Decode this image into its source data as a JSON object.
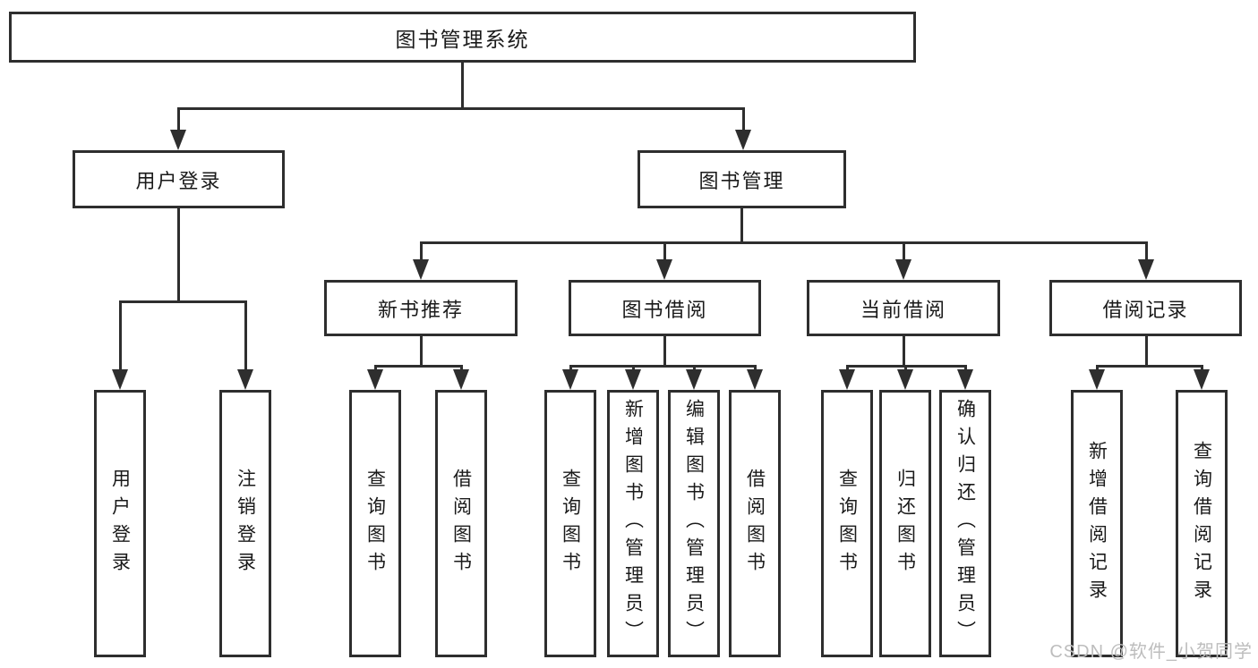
{
  "colors": {
    "line": "#2e2e2e",
    "text": "#1a1a1a",
    "background": "#ffffff",
    "watermark": "#bdbdbd"
  },
  "tree": {
    "label": "图书管理系统",
    "children": [
      {
        "label": "用户登录",
        "children": [
          {
            "label": "用户登录"
          },
          {
            "label": "注销登录"
          }
        ]
      },
      {
        "label": "图书管理",
        "children": [
          {
            "label": "新书推荐",
            "children": [
              {
                "label": "查询图书"
              },
              {
                "label": "借阅图书"
              }
            ]
          },
          {
            "label": "图书借阅",
            "children": [
              {
                "label": "查询图书"
              },
              {
                "label": "新增图书（管理员）"
              },
              {
                "label": "编辑图书（管理员）"
              },
              {
                "label": "借阅图书"
              }
            ]
          },
          {
            "label": "当前借阅",
            "children": [
              {
                "label": "查询图书"
              },
              {
                "label": "归还图书"
              },
              {
                "label": "确认归还（管理员）"
              }
            ]
          },
          {
            "label": "借阅记录",
            "children": [
              {
                "label": "新增借阅记录"
              },
              {
                "label": "查询借阅记录"
              }
            ]
          }
        ]
      }
    ]
  },
  "watermark": {
    "text": "CSDN @软件_小贺同学"
  }
}
